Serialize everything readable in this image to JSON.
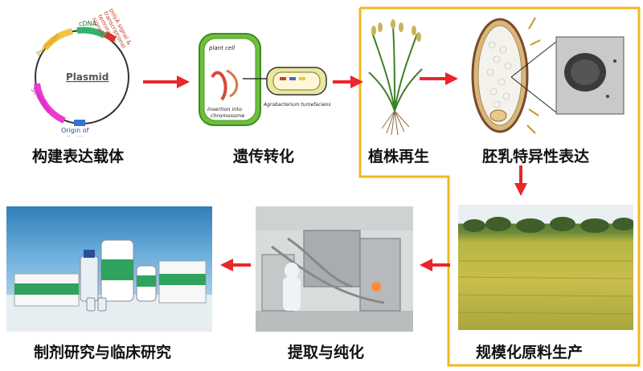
{
  "steps": {
    "vector": "构建表达载体",
    "transform": "遗传转化",
    "regen": "植株再生",
    "endosperm": "胚乳特异性表达",
    "scale": "规模化原料生产",
    "purify": "提取与纯化",
    "clinical": "制剂研究与临床研究"
  },
  "plasmid": {
    "title": "Plasmid",
    "cdna": "cDNA",
    "promoter": "Promoter",
    "selection": "Selection",
    "origin_line1": "Origin of",
    "origin_line2": "replication",
    "polya_line1": "polyA signal &",
    "polya_line2": "transcriptional",
    "polya_line3": "termination",
    "polya_line4": "signals"
  },
  "transformation": {
    "plant_cell": "plant cell",
    "insertion_line1": "insertion into",
    "insertion_line2": "chromosome",
    "agro": "Agrobacterium tumefaciens"
  },
  "colors": {
    "arrow": "#e8262b",
    "highlight_border": "#f2b81b",
    "cell_green": "#6dbf3c",
    "promoter": "#f5c242",
    "selection": "#e93bd2",
    "origin": "#3a6fd1",
    "cdna": "#2fb56d",
    "polya": "#d23b2c"
  }
}
